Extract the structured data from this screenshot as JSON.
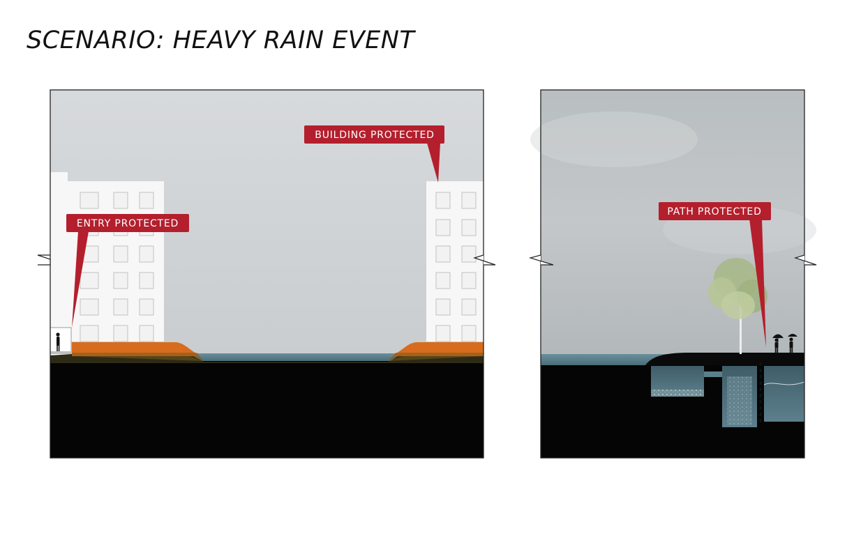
{
  "title": "SCENARIO: HEAVY RAIN EVENT",
  "callouts": {
    "building": "BUILDING PROTECTED",
    "entry": "ENTRY PROTECTED",
    "path": "PATH PROTECTED"
  },
  "colors": {
    "sky": "#cfd3d5",
    "ground": "#050505",
    "water": "#587e8b",
    "berm": "#d2691e",
    "callout": "#b41f2d"
  }
}
